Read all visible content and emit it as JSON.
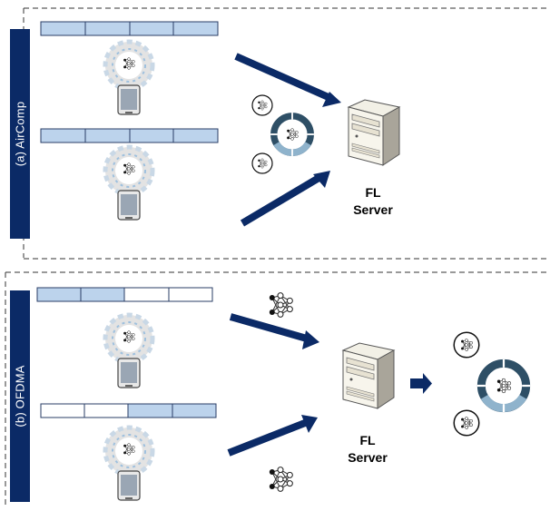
{
  "sections": [
    {
      "label": "(a) AirComp",
      "server_label": "FL\nServer"
    },
    {
      "label": "(b) OFDMA",
      "server_label": "FL\nServer"
    }
  ],
  "device_bars": {
    "aircomp_top": [
      "filled",
      "filled",
      "filled",
      "filled"
    ],
    "aircomp_bottom": [
      "filled",
      "filled",
      "filled",
      "filled"
    ],
    "ofdma_top": [
      "filled",
      "filled",
      "empty",
      "empty"
    ],
    "ofdma_bottom": [
      "empty",
      "empty",
      "filled",
      "filled"
    ]
  },
  "icons": {
    "device": "smartphone-icon",
    "server": "server-icon",
    "model": "neural-network-icon",
    "aggregation": "aggregation-ring-icon"
  },
  "colors": {
    "label_bg": "#0b2a66",
    "arrow": "#0b2a66",
    "bar_fill": "#bcd3ec",
    "bar_stroke": "#2a3e66",
    "ring_dark": "#2e4f66",
    "ring_light": "#8fb3cc"
  }
}
